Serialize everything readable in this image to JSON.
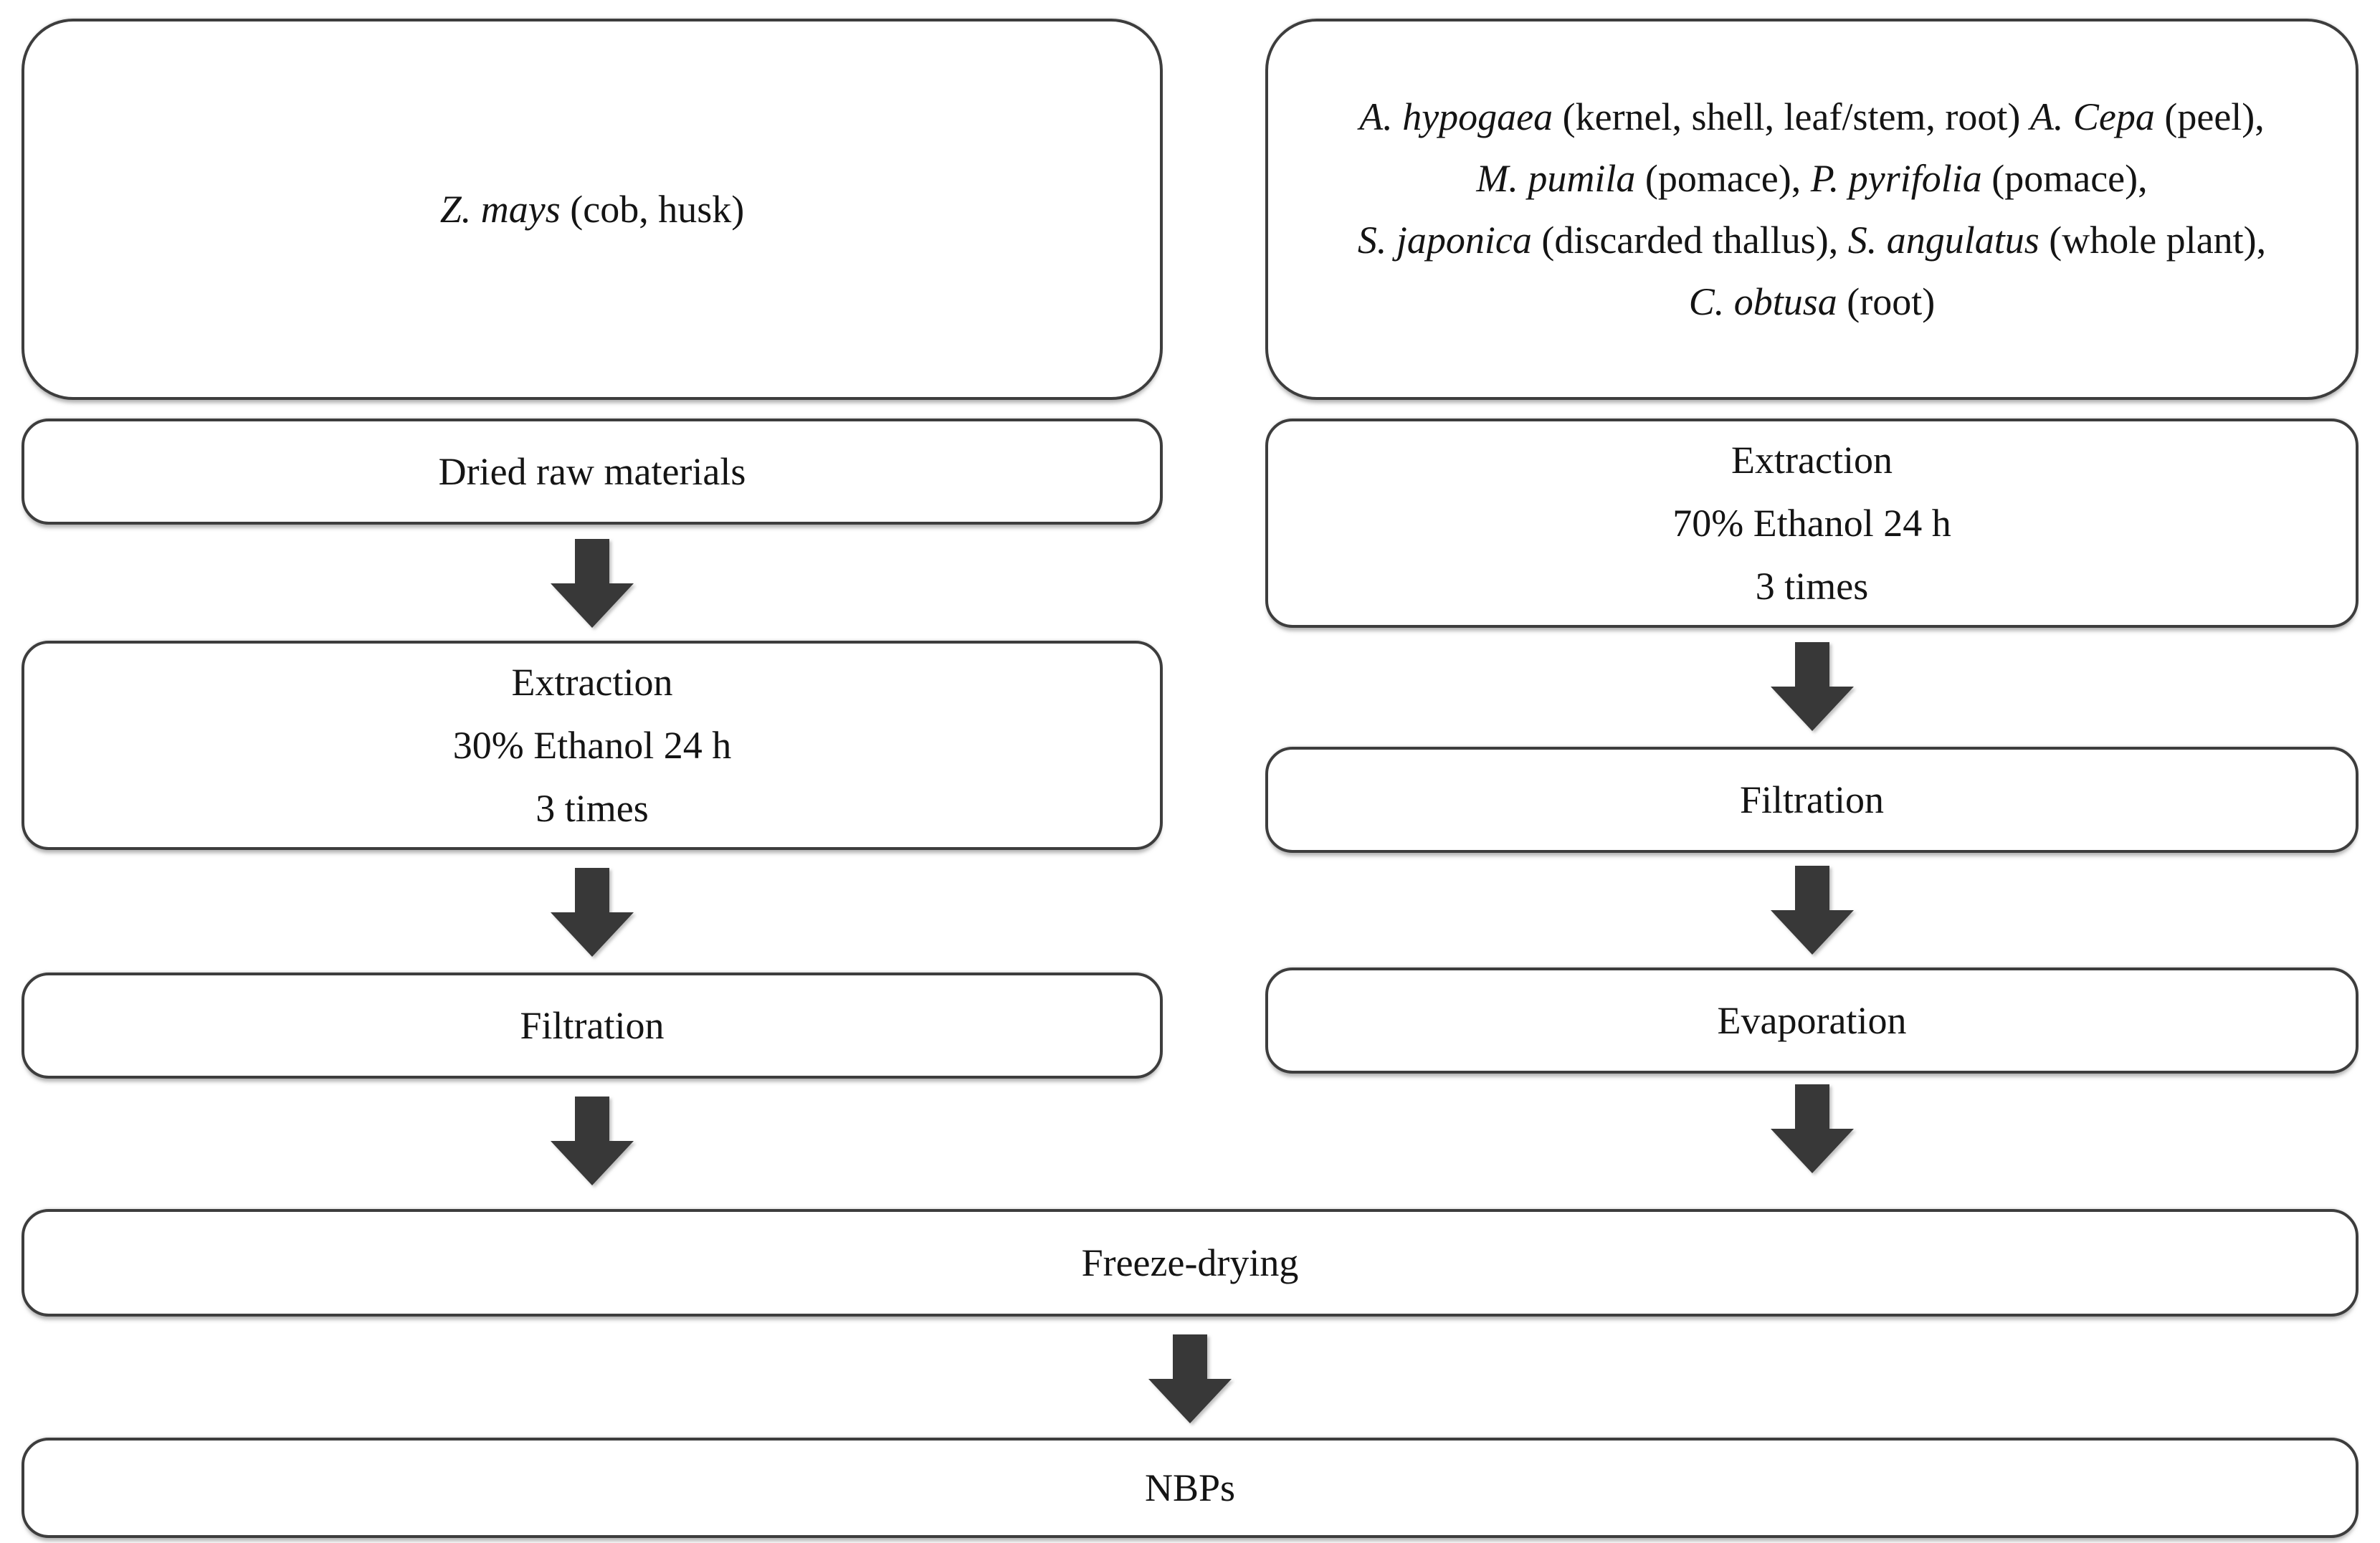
{
  "colors": {
    "background": "#ffffff",
    "box_border": "#3d3d3d",
    "arrow": "#383838",
    "text": "#141414"
  },
  "left_column": {
    "source": {
      "segments": [
        {
          "text": "Z. mays",
          "italic": true
        },
        {
          "text": " (cob, husk)",
          "italic": false
        }
      ]
    },
    "dried_box": {
      "label": "Dried raw materials"
    },
    "extraction_box": {
      "lines": [
        "Extraction",
        "30% Ethanol 24 h",
        "3 times"
      ]
    },
    "filtration_box": {
      "label": "Filtration"
    }
  },
  "right_column": {
    "source": {
      "lines": [
        {
          "segments": [
            {
              "text": "A. hypogaea",
              "italic": true
            },
            {
              "text": " (kernel, shell, leaf/stem, root) ",
              "italic": false
            },
            {
              "text": "A. Cepa",
              "italic": true
            },
            {
              "text": " (peel),",
              "italic": false
            }
          ]
        },
        {
          "segments": [
            {
              "text": "M. pumila",
              "italic": true
            },
            {
              "text": " (pomace), ",
              "italic": false
            },
            {
              "text": "P. pyrifolia",
              "italic": true
            },
            {
              "text": " (pomace),",
              "italic": false
            }
          ]
        },
        {
          "segments": [
            {
              "text": "S. japonica",
              "italic": true
            },
            {
              "text": " (discarded thallus), ",
              "italic": false
            },
            {
              "text": "S. angulatus",
              "italic": true
            },
            {
              "text": " (whole plant),",
              "italic": false
            }
          ]
        },
        {
          "segments": [
            {
              "text": "C. obtusa",
              "italic": true
            },
            {
              "text": " (root)",
              "italic": false
            }
          ]
        }
      ]
    },
    "extraction_box": {
      "lines": [
        "Extraction",
        "70% Ethanol 24 h",
        "3 times"
      ]
    },
    "filtration_box": {
      "label": "Filtration"
    },
    "evaporation_box": {
      "label": "Evaporation"
    }
  },
  "bottom": {
    "freeze_box": {
      "label": "Freeze-drying"
    },
    "nbps_box": {
      "label": "NBPs"
    }
  }
}
